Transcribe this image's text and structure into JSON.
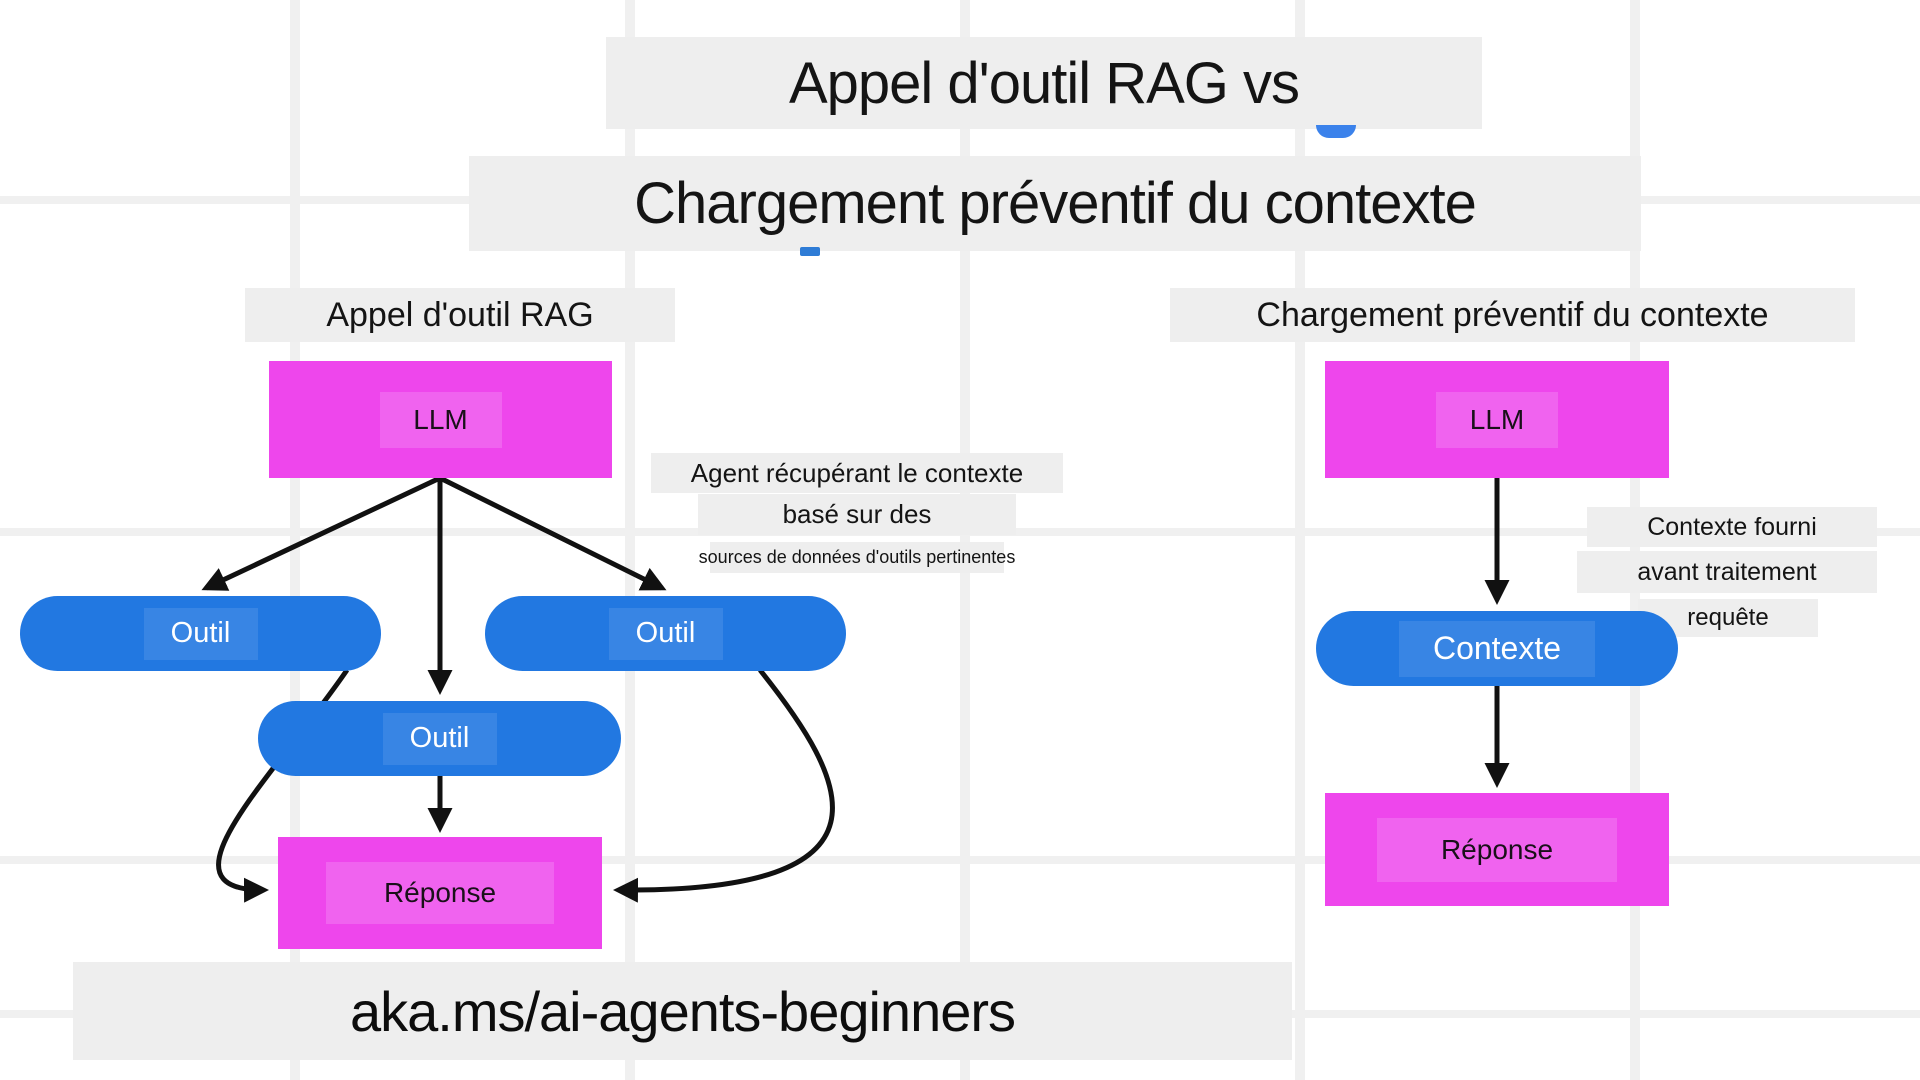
{
  "title": {
    "line1": "Appel d'outil RAG vs",
    "line2": "Chargement préventif du contexte"
  },
  "left_panel": {
    "subtitle": "Appel d'outil RAG",
    "llm_label": "LLM",
    "tools": [
      "Outil",
      "Outil",
      "Outil"
    ],
    "response_label": "Réponse",
    "annotation": {
      "line1": "Agent récupérant le contexte",
      "line2": "basé sur des",
      "line3": "sources de données d'outils pertinentes"
    }
  },
  "right_panel": {
    "subtitle": "Chargement préventif du contexte",
    "llm_label": "LLM",
    "context_label": "Contexte",
    "response_label": "Réponse",
    "annotation": {
      "line1": "Contexte fourni",
      "line2": "avant traitement",
      "line3": "requête"
    }
  },
  "footer": {
    "link_text": "aka.ms/ai-agents-beginners"
  },
  "colors": {
    "node_magenta": "#ee46ec",
    "node_blue": "#2278e1",
    "plate_gray": "#eeeeee",
    "accent_arc_blue": "#3b82eb",
    "accent_dash_blue": "#2e7cd6",
    "arrow_black": "#111111",
    "grid_gray": "#f0f0f0"
  }
}
